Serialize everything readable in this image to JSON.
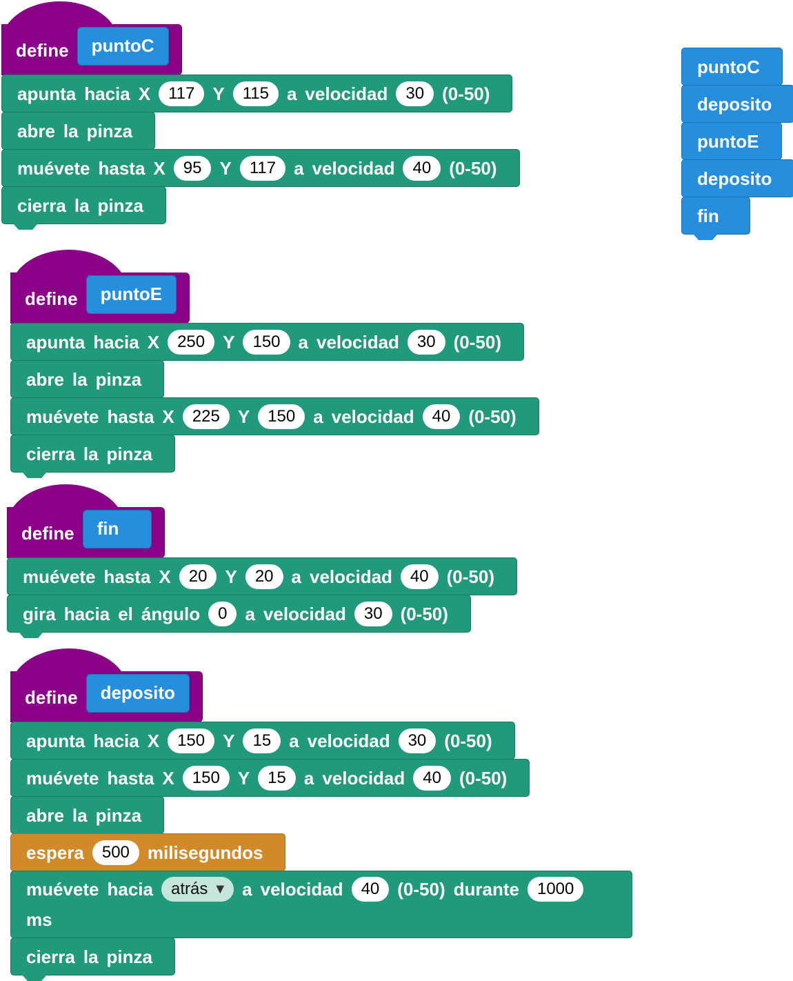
{
  "colors": {
    "define": "#8a0087",
    "procedure": "#268fdd",
    "action": "#209a7a",
    "wait": "#d18a2a"
  },
  "stacks": [
    {
      "hat": {
        "keyword": "define",
        "name": "puntoC"
      },
      "blocks": [
        {
          "color": "green",
          "tokens": [
            {
              "t": "apunta"
            },
            {
              "t": "hacia"
            },
            {
              "t": "X"
            },
            {
              "v": "117"
            },
            {
              "t": "Y"
            },
            {
              "v": "115"
            },
            {
              "t": "a"
            },
            {
              "t": "velocidad"
            },
            {
              "v": "30"
            },
            {
              "t": "(0-50)"
            }
          ]
        },
        {
          "color": "green",
          "tokens": [
            {
              "t": "abre"
            },
            {
              "t": "la"
            },
            {
              "t": "pinza"
            }
          ]
        },
        {
          "color": "green",
          "tokens": [
            {
              "t": "muévete"
            },
            {
              "t": "hasta"
            },
            {
              "t": "X"
            },
            {
              "v": "95"
            },
            {
              "t": "Y"
            },
            {
              "v": "117"
            },
            {
              "t": "a"
            },
            {
              "t": "velocidad"
            },
            {
              "v": "40"
            },
            {
              "t": "(0-50)"
            }
          ]
        },
        {
          "color": "green",
          "tokens": [
            {
              "t": "cierra"
            },
            {
              "t": "la"
            },
            {
              "t": "pinza"
            }
          ]
        }
      ]
    },
    {
      "hat": {
        "keyword": "define",
        "name": "puntoE"
      },
      "blocks": [
        {
          "color": "green",
          "tokens": [
            {
              "t": "apunta"
            },
            {
              "t": "hacia"
            },
            {
              "t": "X"
            },
            {
              "v": "250"
            },
            {
              "t": "Y"
            },
            {
              "v": "150"
            },
            {
              "t": "a"
            },
            {
              "t": "velocidad"
            },
            {
              "v": "30"
            },
            {
              "t": "(0-50)"
            }
          ]
        },
        {
          "color": "green",
          "tokens": [
            {
              "t": "abre"
            },
            {
              "t": "la"
            },
            {
              "t": "pinza"
            }
          ]
        },
        {
          "color": "green",
          "tokens": [
            {
              "t": "muévete"
            },
            {
              "t": "hasta"
            },
            {
              "t": "X"
            },
            {
              "v": "225"
            },
            {
              "t": "Y"
            },
            {
              "v": "150"
            },
            {
              "t": "a"
            },
            {
              "t": "velocidad"
            },
            {
              "v": "40"
            },
            {
              "t": "(0-50)"
            }
          ]
        },
        {
          "color": "green",
          "tokens": [
            {
              "t": "cierra"
            },
            {
              "t": "la"
            },
            {
              "t": "pinza"
            }
          ]
        }
      ]
    },
    {
      "hat": {
        "keyword": "define",
        "name": "fin"
      },
      "blocks": [
        {
          "color": "green",
          "tokens": [
            {
              "t": "muévete"
            },
            {
              "t": "hasta"
            },
            {
              "t": "X"
            },
            {
              "v": "20"
            },
            {
              "t": "Y"
            },
            {
              "v": "20"
            },
            {
              "t": "a"
            },
            {
              "t": "velocidad"
            },
            {
              "v": "40"
            },
            {
              "t": "(0-50)"
            }
          ]
        },
        {
          "color": "green",
          "tokens": [
            {
              "t": "gira"
            },
            {
              "t": "hacia"
            },
            {
              "t": "el"
            },
            {
              "t": "ángulo"
            },
            {
              "v": "0"
            },
            {
              "t": "a"
            },
            {
              "t": "velocidad"
            },
            {
              "v": "30"
            },
            {
              "t": "(0-50)"
            }
          ]
        }
      ]
    },
    {
      "hat": {
        "keyword": "define",
        "name": "deposito"
      },
      "blocks": [
        {
          "color": "green",
          "tokens": [
            {
              "t": "apunta"
            },
            {
              "t": "hacia"
            },
            {
              "t": "X"
            },
            {
              "v": "150"
            },
            {
              "t": "Y"
            },
            {
              "v": "15"
            },
            {
              "t": "a"
            },
            {
              "t": "velocidad"
            },
            {
              "v": "30"
            },
            {
              "t": "(0-50)"
            }
          ]
        },
        {
          "color": "green",
          "tokens": [
            {
              "t": "muévete"
            },
            {
              "t": "hasta"
            },
            {
              "t": "X"
            },
            {
              "v": "150"
            },
            {
              "t": "Y"
            },
            {
              "v": "15"
            },
            {
              "t": "a"
            },
            {
              "t": "velocidad"
            },
            {
              "v": "40"
            },
            {
              "t": "(0-50)"
            }
          ]
        },
        {
          "color": "green",
          "tokens": [
            {
              "t": "abre"
            },
            {
              "t": "la"
            },
            {
              "t": "pinza"
            }
          ]
        },
        {
          "color": "orange",
          "tokens": [
            {
              "t": "espera"
            },
            {
              "v": "500"
            },
            {
              "t": "milisegundos"
            }
          ]
        },
        {
          "color": "green",
          "wrap": true,
          "tokens": [
            {
              "t": "muévete"
            },
            {
              "t": "hacia"
            },
            {
              "d": "atrás"
            },
            {
              "t": "a"
            },
            {
              "t": "velocidad"
            },
            {
              "v": "40"
            },
            {
              "t": "(0-50)"
            },
            {
              "t": "durante"
            },
            {
              "v": "1000"
            },
            {
              "br": true
            },
            {
              "t": "ms"
            }
          ]
        },
        {
          "color": "green",
          "tokens": [
            {
              "t": "cierra"
            },
            {
              "t": "la"
            },
            {
              "t": "pinza"
            }
          ]
        }
      ]
    },
    {
      "blocks": [
        {
          "color": "blue",
          "tokens": [
            {
              "t": "puntoC"
            }
          ]
        },
        {
          "color": "blue",
          "tokens": [
            {
              "t": "deposito"
            }
          ]
        },
        {
          "color": "blue",
          "tokens": [
            {
              "t": "puntoE"
            }
          ]
        },
        {
          "color": "blue",
          "tokens": [
            {
              "t": "deposito"
            }
          ]
        },
        {
          "color": "blue",
          "tokens": [
            {
              "t": "fin"
            }
          ]
        }
      ]
    }
  ]
}
